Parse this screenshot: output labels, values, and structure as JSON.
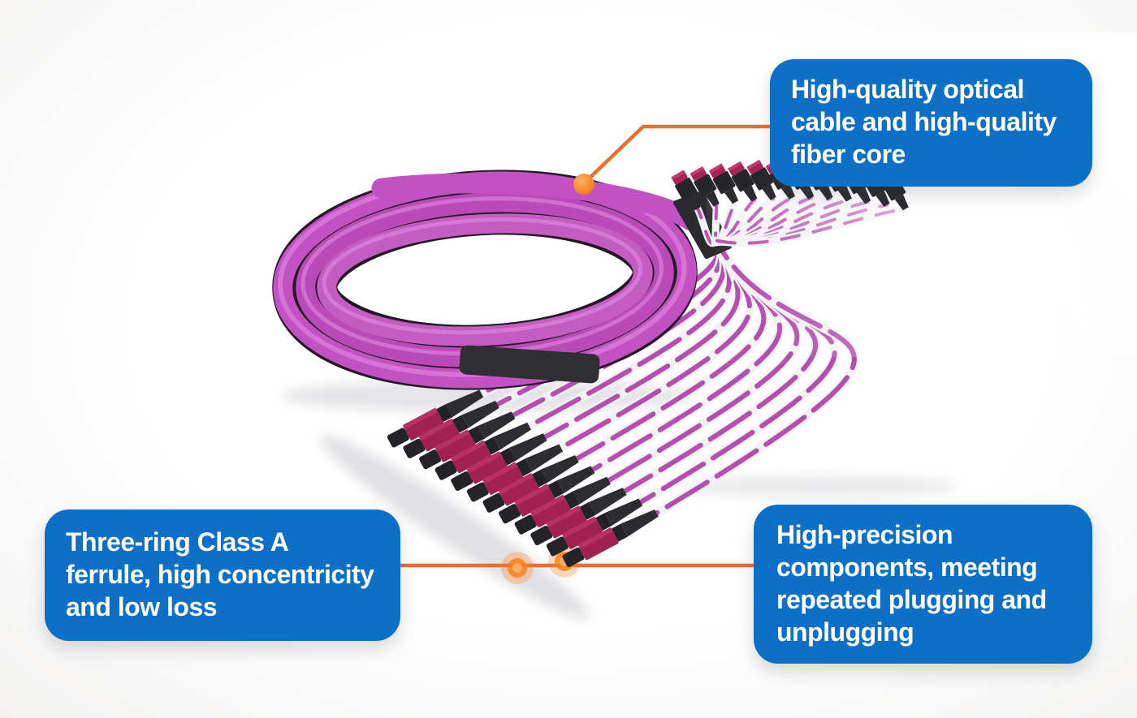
{
  "callouts": {
    "top_right": {
      "lines": [
        "High-quality optical",
        "cable and high-quality",
        "fiber core"
      ]
    },
    "bottom_left": {
      "lines": [
        "Three-ring Class A",
        "ferrule, high concentricity",
        "and low loss"
      ]
    },
    "bottom_right": {
      "lines": [
        "High-precision",
        "components, meeting",
        "repeated plugging and",
        "unplugging"
      ]
    }
  },
  "markers": {
    "top": "orange-dot",
    "bottom_left": "orange-glow-dot",
    "bottom_right": "orange-glow-dot"
  },
  "colors": {
    "background": "#fdfdfd",
    "callout_blue": "#0d70c6",
    "callout_text": "#ffffff",
    "leader_orange": "#e8702a",
    "marker_orange": "#f58220",
    "cable_magenta": "#c252c2",
    "fiber_purple": "#b44fb0",
    "tube_white": "#f3f1f4",
    "connector_crimson": "#a02152",
    "connector_black": "#2c2c31"
  }
}
